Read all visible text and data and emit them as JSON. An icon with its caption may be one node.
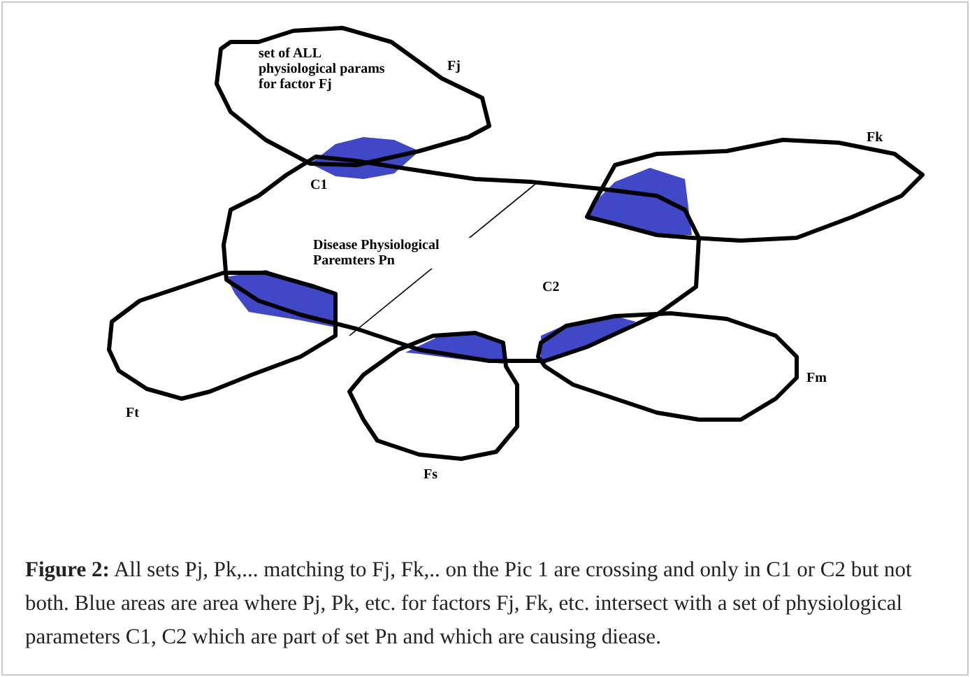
{
  "diagram": {
    "caption": "**Figure 2:** All sets Pj, Pk,... matching to Fj, Fk,.. on the Pic 1 are crossing and only in C1 or C2 but not both. Blue areas are area where Pj, Pk, etc. for factors Fj, Fk, etc. intersect with a set of physiological parameters C1, C2 which are part of set Pn and which are causing diease.",
    "nodes": [
      {
        "text": [
          "set of ALL physiological params for factor Fj",
          "Fj"
        ]
      },
      {
        "text": [
          "Disease Physiological Paremters Pn"
        ]
      },
      {
        "text": [
          "Fk"
        ]
      },
      {
        "text": [
          "Ft"
        ]
      },
      {
        "text": [
          "Fm"
        ]
      },
      {
        "text": [
          "Fs"
        ]
      },
      {
        "text": [],
        "shape": "blob"
      },
      {
        "text": [],
        "shape": "blob"
      },
      {
        "text": [],
        "shape": "blob"
      },
      {
        "text": [],
        "shape": "blob"
      },
      {
        "text": [],
        "shape": "blob"
      }
    ],
    "labels": [
      "C1",
      "C2"
    ]
  }
}
